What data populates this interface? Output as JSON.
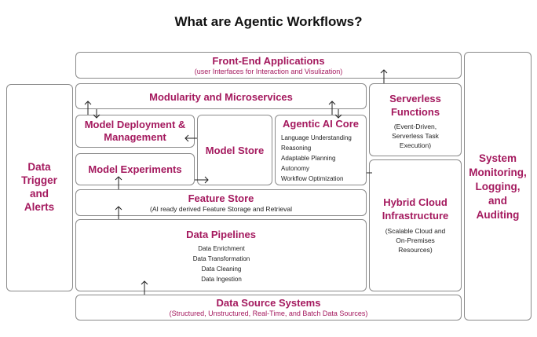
{
  "title": "What are Agentic Workflows?",
  "left_panel": {
    "label": "Data Trigger and Alerts"
  },
  "right_panel": {
    "label": "System Monitoring, Logging, and Auditing"
  },
  "front_end": {
    "title": "Front-End Applications",
    "subtitle": "(user Interfaces for Interaction and Visulization)"
  },
  "modularity": {
    "title": "Modularity and Microservices"
  },
  "serverless": {
    "title": "Serverless Functions",
    "desc": "(Event-Driven, Serverless Task Execution)"
  },
  "model_deployment": {
    "title": "Model Deployment & Management"
  },
  "model_store": {
    "title": "Model Store"
  },
  "agentic_core": {
    "title": "Agentic AI Core",
    "items": [
      "Language Understanding",
      "Reasoning",
      "Adaptable Planning",
      "Autonomy",
      "Workflow Optimization"
    ]
  },
  "model_experiments": {
    "title": "Model Experiments"
  },
  "hybrid_cloud": {
    "title": "Hybrid Cloud Infrastructure",
    "desc": "(Scalable Cloud and On-Premises Resources)"
  },
  "feature_store": {
    "title": "Feature Store",
    "subtitle": "(AI ready derived Feature Storage and Retrieval"
  },
  "data_pipelines": {
    "title": "Data Pipelines",
    "items": [
      "Data Enrichment",
      "Data Transformation",
      "Data Cleaning",
      "Data Ingestion"
    ]
  },
  "data_source": {
    "title": "Data Source Systems",
    "subtitle": "(Structured, Unstructured, Real-Time, and Batch Data Sources)"
  },
  "colors": {
    "accent": "#a4195e",
    "border": "#8a8a8a",
    "text": "#222222"
  }
}
